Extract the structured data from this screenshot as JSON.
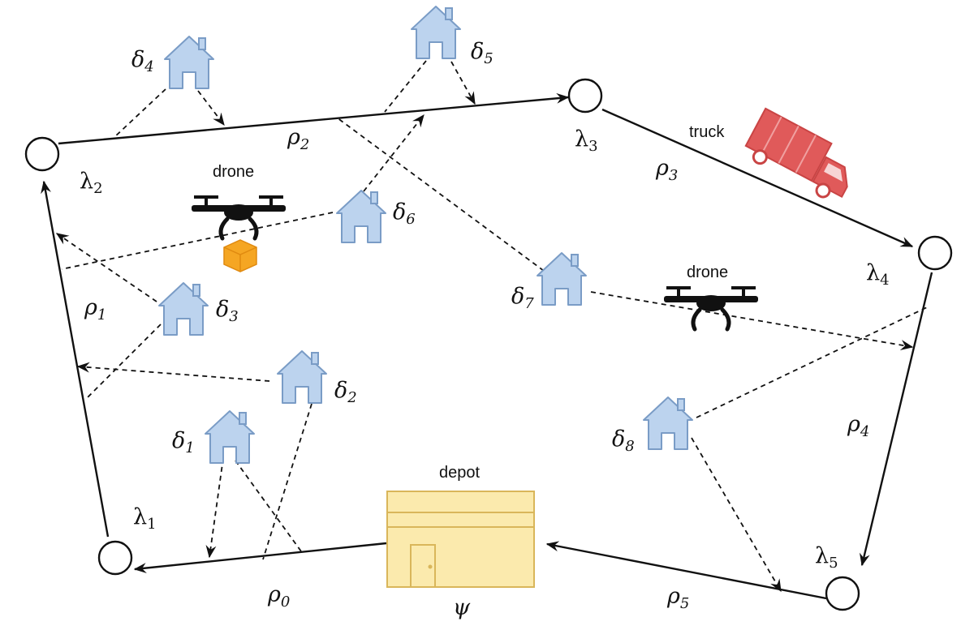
{
  "nodes": {
    "l1": {
      "sym": "λ",
      "sub": "1"
    },
    "l2": {
      "sym": "λ",
      "sub": "2"
    },
    "l3": {
      "sym": "λ",
      "sub": "3"
    },
    "l4": {
      "sym": "λ",
      "sub": "4"
    },
    "l5": {
      "sym": "λ",
      "sub": "5"
    }
  },
  "edges": {
    "r0": {
      "sym": "ρ",
      "sub": "0"
    },
    "r1": {
      "sym": "ρ",
      "sub": "1"
    },
    "r2": {
      "sym": "ρ",
      "sub": "2"
    },
    "r3": {
      "sym": "ρ",
      "sub": "3"
    },
    "r4": {
      "sym": "ρ",
      "sub": "4"
    },
    "r5": {
      "sym": "ρ",
      "sub": "5"
    }
  },
  "customers": {
    "d1": {
      "sym": "δ",
      "sub": "1"
    },
    "d2": {
      "sym": "δ",
      "sub": "2"
    },
    "d3": {
      "sym": "δ",
      "sub": "3"
    },
    "d4": {
      "sym": "δ",
      "sub": "4"
    },
    "d5": {
      "sym": "δ",
      "sub": "5"
    },
    "d6": {
      "sym": "δ",
      "sub": "6"
    },
    "d7": {
      "sym": "δ",
      "sub": "7"
    },
    "d8": {
      "sym": "δ",
      "sub": "8"
    }
  },
  "labels": {
    "drone_a": "drone",
    "drone_b": "drone",
    "truck": "truck",
    "depot": "depot",
    "depot_symbol": "ψ"
  },
  "colors": {
    "house_fill": "#bcd3ee",
    "house_stroke": "#7a9cc6",
    "depot_fill": "#fbeaad",
    "depot_stroke": "#d9b65a",
    "truck": "#e05a5a",
    "package": "#f5a623"
  },
  "icons": [
    "house-icon",
    "drone-icon",
    "truck-icon",
    "package-icon",
    "depot-icon"
  ]
}
